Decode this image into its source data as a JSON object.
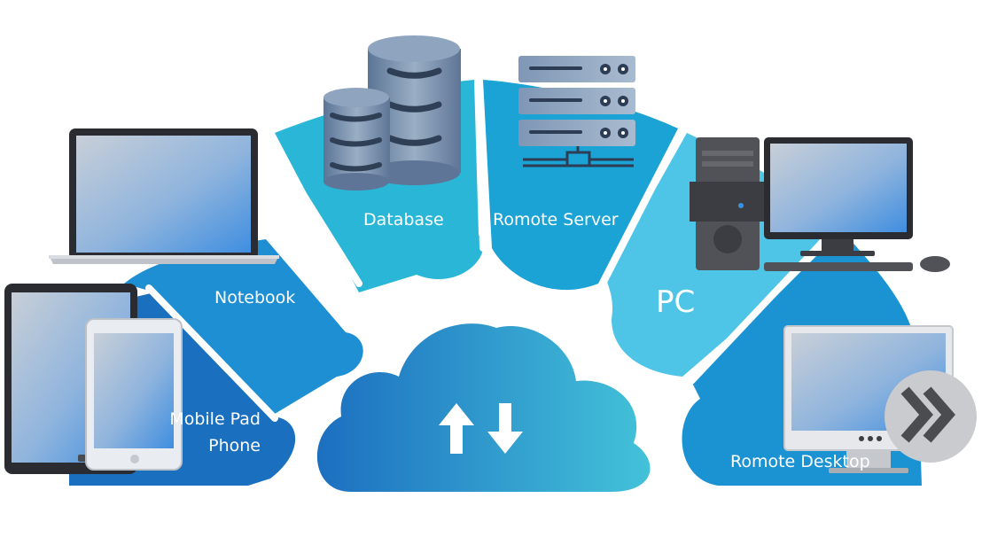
{
  "diagram": {
    "hub": {
      "icon": "cloud-upload-download-icon"
    },
    "segments": [
      {
        "id": "mobile",
        "label_lines": [
          "Mobile Pad",
          "Phone"
        ],
        "icon": "tablet-phone-icon",
        "color": "#1a6fbf"
      },
      {
        "id": "notebook",
        "label": "Notebook",
        "icon": "laptop-icon",
        "color": "#1d8fd2"
      },
      {
        "id": "database",
        "label": "Database",
        "icon": "database-icon",
        "color": "#2ab6d6"
      },
      {
        "id": "server",
        "label": "Romote Server",
        "icon": "server-rack-icon",
        "color": "#1aa3d4"
      },
      {
        "id": "pc",
        "label": "PC",
        "icon": "desktop-computer-icon",
        "color": "#4ec4e6"
      },
      {
        "id": "remote",
        "label": "Romote Desktop",
        "icon": "remote-monitor-icon",
        "color": "#1b93d3"
      }
    ],
    "remote_badge_icon": "double-chevron-right-icon"
  }
}
